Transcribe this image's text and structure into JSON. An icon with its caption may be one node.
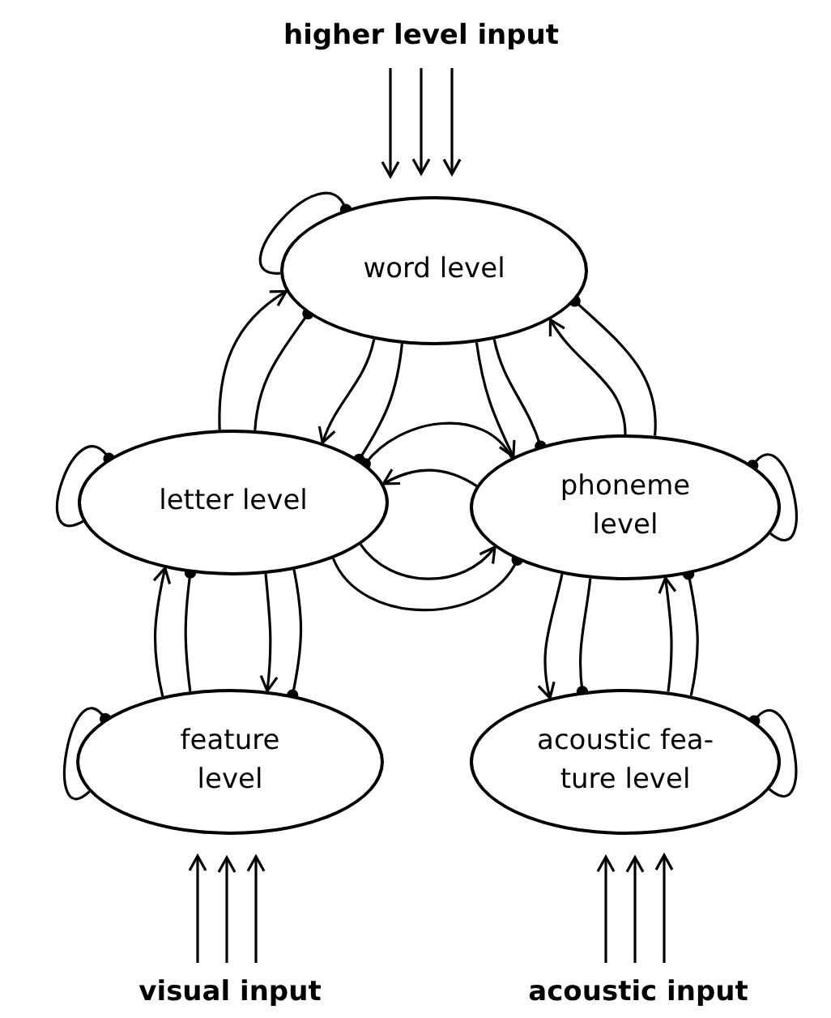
{
  "diagram": {
    "nodes": [
      {
        "text": [
          "higher level input"
        ]
      },
      {
        "text": [
          "word level"
        ]
      },
      {
        "text": [
          "letter level"
        ]
      },
      {
        "text": [
          "phoneme level"
        ]
      },
      {
        "text": [
          "feature level"
        ]
      },
      {
        "text": [
          "acoustic fea- ture level"
        ]
      },
      {
        "text": [
          "visual input"
        ]
      },
      {
        "text": [
          "acoustic input"
        ]
      }
    ],
    "edges": [
      {
        "from": 0,
        "to": 1,
        "arrow": "to"
      },
      {
        "from": 0,
        "to": 1,
        "arrow": "to"
      },
      {
        "from": 0,
        "to": 1,
        "arrow": "to"
      },
      {
        "from": 2,
        "to": 1,
        "arrow": "to"
      },
      {
        "from": 2,
        "to": 1,
        "arrow": "other"
      },
      {
        "from": 1,
        "to": 2,
        "arrow": "to"
      },
      {
        "from": 1,
        "to": 2,
        "arrow": "other"
      },
      {
        "from": 1,
        "to": 3,
        "arrow": "to"
      },
      {
        "from": 1,
        "to": 3,
        "arrow": "other"
      },
      {
        "from": 3,
        "to": 1,
        "arrow": "to"
      },
      {
        "from": 3,
        "to": 1,
        "arrow": "other"
      },
      {
        "from": 3,
        "to": 2,
        "arrow": "to"
      },
      {
        "from": 3,
        "to": 2,
        "arrow": "other"
      },
      {
        "from": 2,
        "to": 3,
        "arrow": "to"
      },
      {
        "from": 2,
        "to": 3,
        "arrow": "other"
      },
      {
        "from": 4,
        "to": 2,
        "arrow": "to"
      },
      {
        "from": 4,
        "to": 2,
        "arrow": "other"
      },
      {
        "from": 2,
        "to": 4,
        "arrow": "to"
      },
      {
        "from": 2,
        "to": 4,
        "arrow": "other"
      },
      {
        "from": 3,
        "to": 5,
        "arrow": "to"
      },
      {
        "from": 3,
        "to": 5,
        "arrow": "other"
      },
      {
        "from": 5,
        "to": 3,
        "arrow": "to"
      },
      {
        "from": 5,
        "to": 3,
        "arrow": "other"
      },
      {
        "from": 1,
        "to": 1,
        "arrow": "other"
      },
      {
        "from": 2,
        "to": 2,
        "arrow": "other"
      },
      {
        "from": 3,
        "to": 3,
        "arrow": "other"
      },
      {
        "from": 4,
        "to": 4,
        "arrow": "other"
      },
      {
        "from": 5,
        "to": 5,
        "arrow": "other"
      },
      {
        "from": 6,
        "to": 4,
        "arrow": "to"
      },
      {
        "from": 6,
        "to": 4,
        "arrow": "to"
      },
      {
        "from": 6,
        "to": 4,
        "arrow": "to"
      },
      {
        "from": 7,
        "to": 5,
        "arrow": "to"
      },
      {
        "from": 7,
        "to": 5,
        "arrow": "to"
      },
      {
        "from": 7,
        "to": 5,
        "arrow": "to"
      }
    ]
  }
}
